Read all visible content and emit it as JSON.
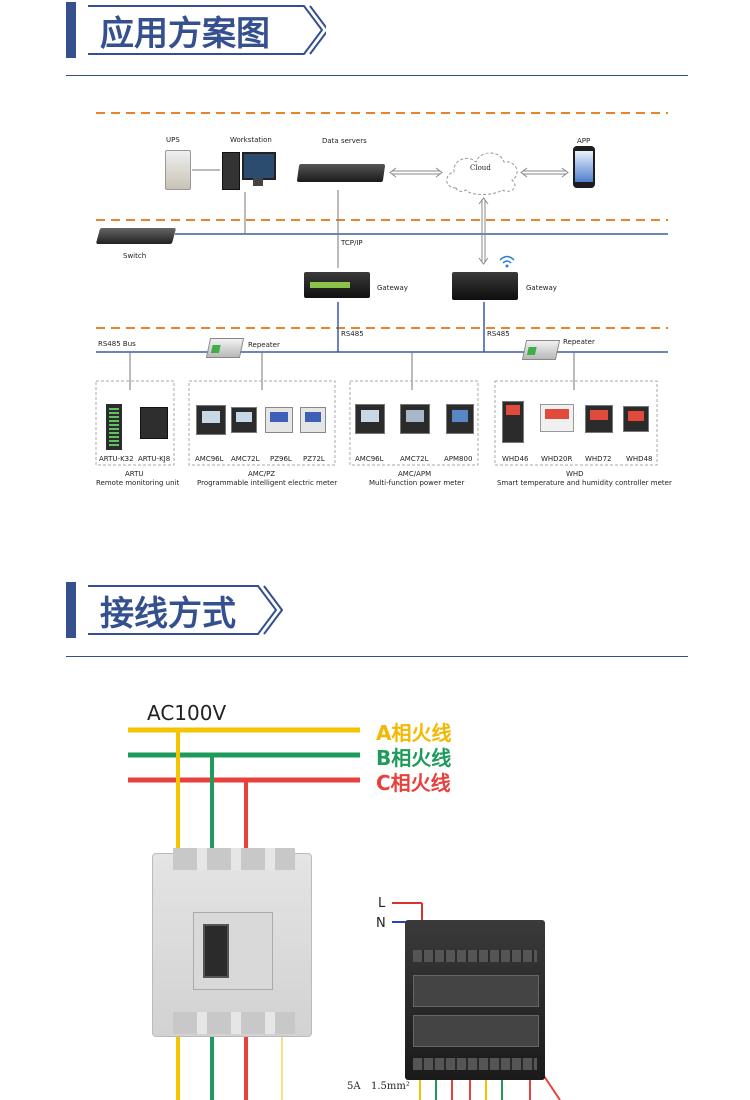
{
  "sections": [
    {
      "title": "应用方案图"
    },
    {
      "title": "接线方式"
    }
  ],
  "architecture": {
    "top_devices": {
      "ups": "UPS",
      "workstation": "Workstation",
      "data_servers": "Data servers",
      "cloud": "Cloud",
      "app": "APP"
    },
    "switch": "Switch",
    "tcpip": "TCP/IP",
    "gateway_left": "Gateway",
    "gateway_right": "Gateway",
    "rs485_left": "RS485",
    "rs485_right": "RS485",
    "rs485_bus": "RS485 Bus",
    "repeater_left": "Repeater",
    "repeater_right": "Repeater",
    "groups": [
      {
        "devices": [
          "ARTU-K32",
          "ARTU-KJ8"
        ],
        "name": "ARTU",
        "desc": "Remote monitoring unit"
      },
      {
        "devices": [
          "AMC96L",
          "AMC72L",
          "PZ96L",
          "PZ72L"
        ],
        "name": "AMC/PZ",
        "desc": "Programmable intelligent electric meter"
      },
      {
        "devices": [
          "AMC96L",
          "AMC72L",
          "APM800"
        ],
        "name": "AMC/APM",
        "desc": "Multi-function power meter"
      },
      {
        "devices": [
          "WHD46",
          "WHD20R",
          "WHD72",
          "WHD48"
        ],
        "name": "WHD",
        "desc": "Smart temperature and humidity controller meter"
      }
    ]
  },
  "wiring": {
    "supply": "AC100V",
    "phase_a": "A相火线",
    "phase_b": "B相火线",
    "phase_c": "C相火线",
    "l": "L",
    "n": "N",
    "note_current": "5A",
    "note_wire": "1.5mm²",
    "colors": {
      "a": "#f5c400",
      "b": "#1e9a5a",
      "c": "#e8403c",
      "l": "#d8342e",
      "n": "#2a3fd1"
    }
  }
}
